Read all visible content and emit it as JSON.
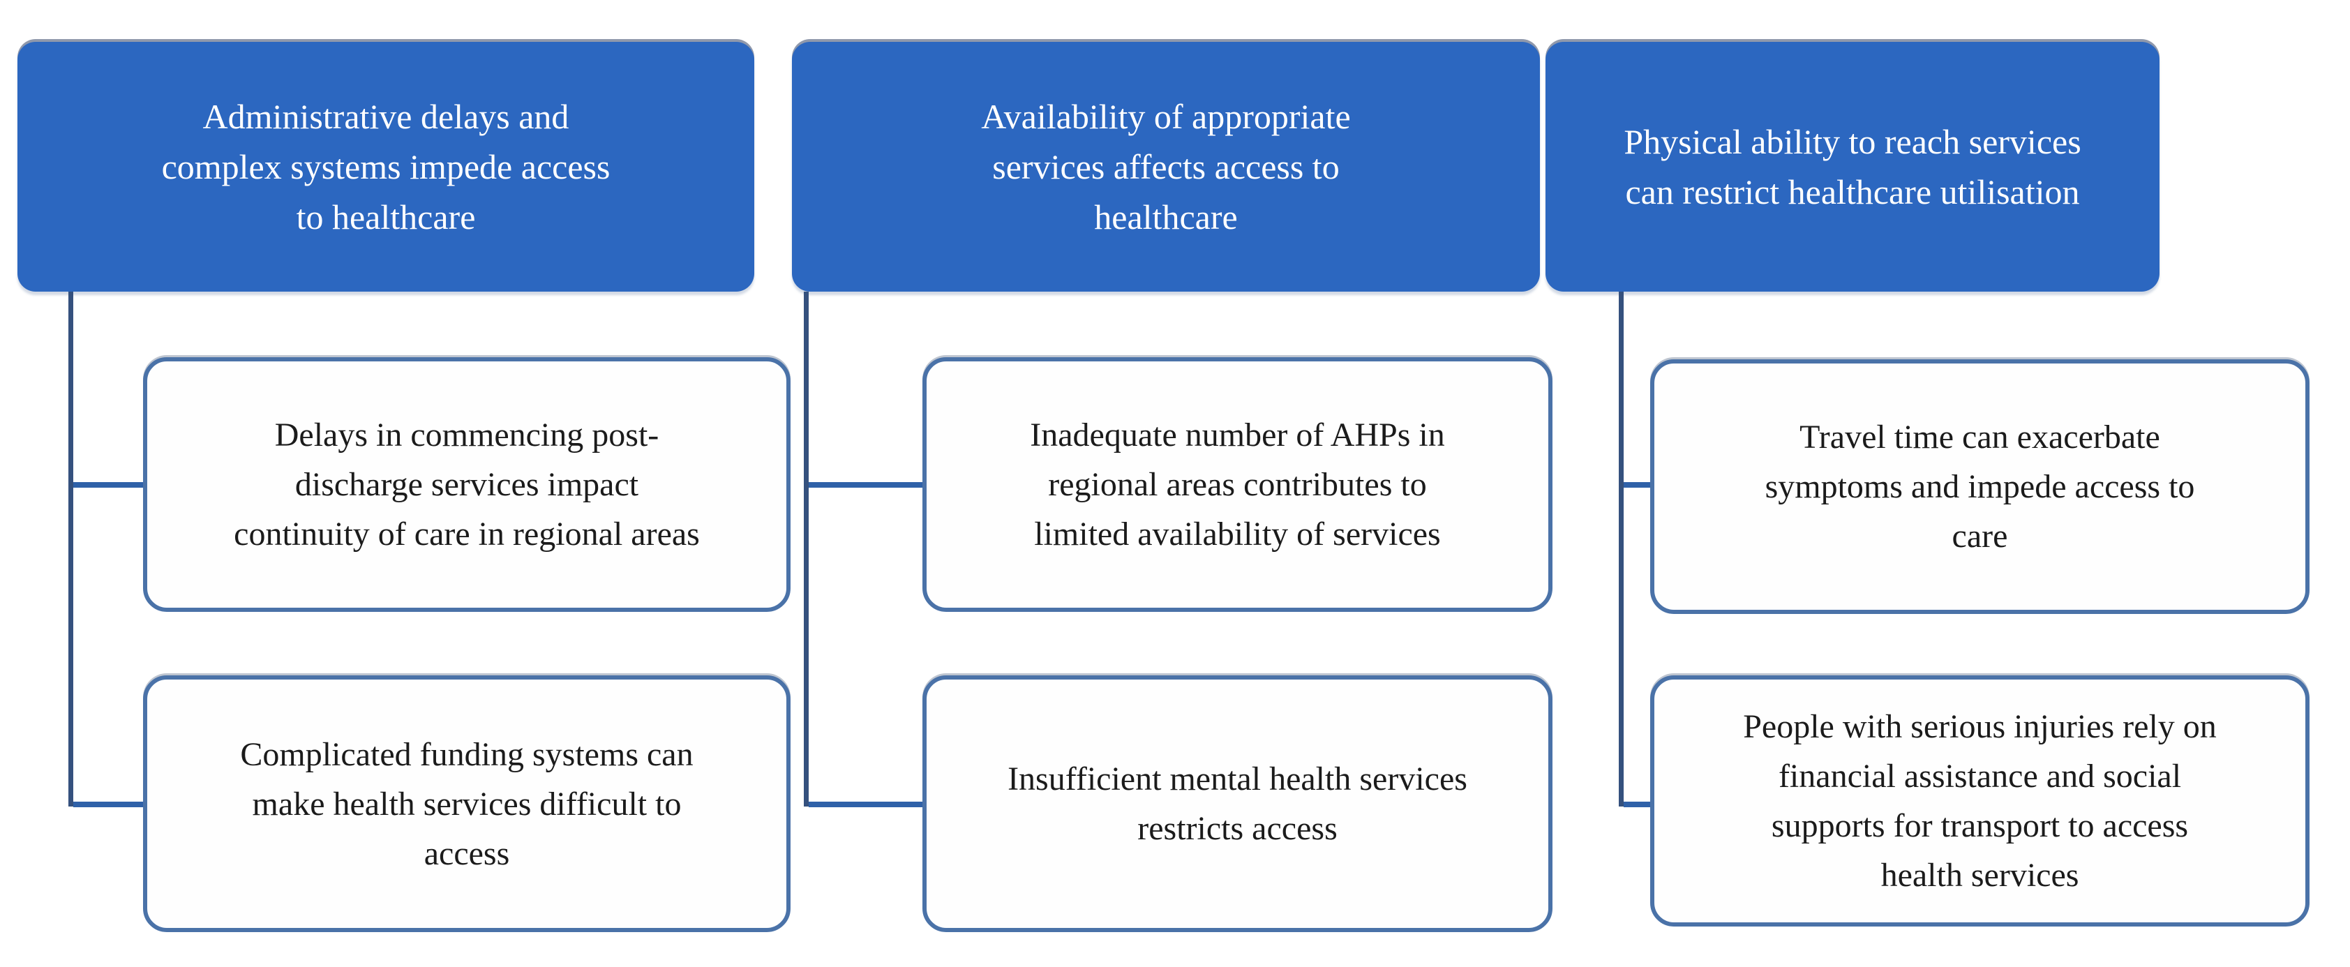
{
  "columns": [
    {
      "header": "Administrative delays and\ncomplex systems impede access\nto healthcare",
      "children": [
        "Delays in commencing post-\ndischarge services impact\ncontinuity of care in regional areas",
        "Complicated funding systems can\nmake health services difficult to\naccess"
      ]
    },
    {
      "header": "Availability of appropriate\nservices affects access to\nhealthcare",
      "children": [
        "Inadequate number of AHPs in\nregional areas contributes to\nlimited availability of services",
        "Insufficient mental health services\nrestricts access"
      ]
    },
    {
      "header": "Physical ability to reach services\ncan restrict healthcare utilisation",
      "children": [
        "Travel time can exacerbate\nsymptoms and impede access to\ncare",
        "People with serious injuries rely on\nfinancial assistance and social\nsupports for transport to access\nhealth services"
      ]
    }
  ],
  "colors": {
    "background": "#ffffff",
    "header_fill": "#2c67c0",
    "header_text": "#ffffff",
    "child_fill": "#fefefe",
    "child_border": "#4a72a8",
    "child_text": "#1b1b1b",
    "connector_vertical": "#35517e",
    "connector_horizontal": "#2f61a8"
  }
}
